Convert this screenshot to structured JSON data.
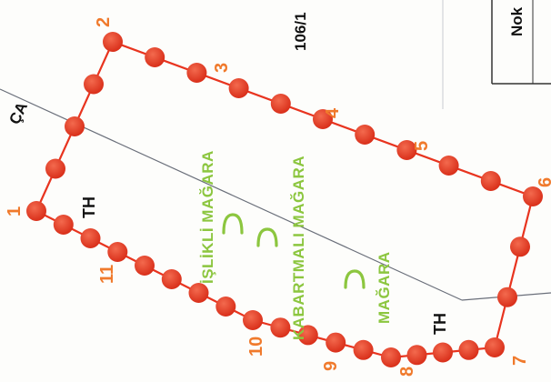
{
  "map": {
    "parcel_number": "106/1",
    "road_label": "ÇA",
    "table_header": "Nok",
    "boundary_points": [
      "1",
      "2",
      "3",
      "4",
      "5",
      "6",
      "7",
      "8",
      "9",
      "10",
      "11"
    ],
    "caves": [
      {
        "name": "İŞLİKLİ MAĞARA",
        "symbol": "cave-arch-icon"
      },
      {
        "name": "KABARTMALI MAĞARA",
        "symbol": "cave-arch-icon"
      },
      {
        "name": "MAĞARA",
        "symbol": "cave-arch-icon"
      }
    ],
    "area_labels": [
      "TH",
      "TH"
    ],
    "colors": {
      "boundary": "#e8341f",
      "boundary_marker": "#e8412b",
      "point_number": "#f07a2c",
      "cave_label": "#8cc63f",
      "text": "#111111",
      "lines": "#6a6f7a"
    }
  }
}
